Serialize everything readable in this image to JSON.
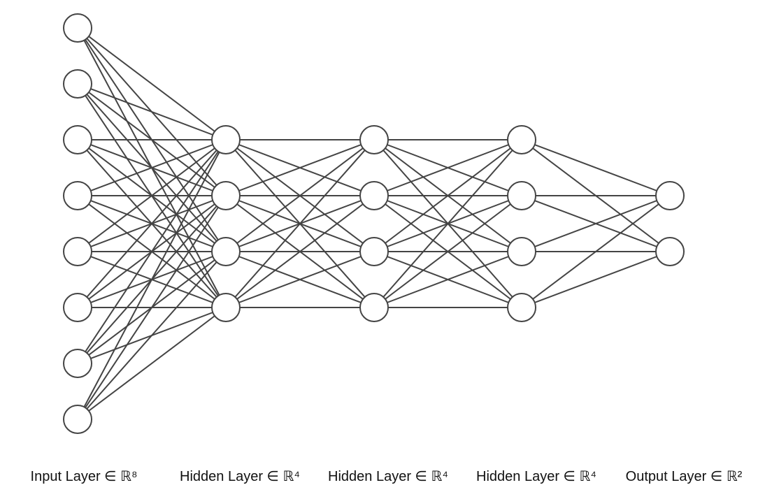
{
  "network": {
    "layers": [
      {
        "label": "Input Layer ∈ ℝ⁸",
        "size": 8
      },
      {
        "label": "Hidden Layer ∈ ℝ⁴",
        "size": 4
      },
      {
        "label": "Hidden Layer ∈ ℝ⁴",
        "size": 4
      },
      {
        "label": "Hidden Layer ∈ ℝ⁴",
        "size": 4
      },
      {
        "label": "Output Layer ∈ ℝ²",
        "size": 2
      }
    ],
    "connectivity": "fully-connected",
    "colors": {
      "stroke": "#444444",
      "node_fill": "#ffffff",
      "text": "#111111"
    }
  }
}
